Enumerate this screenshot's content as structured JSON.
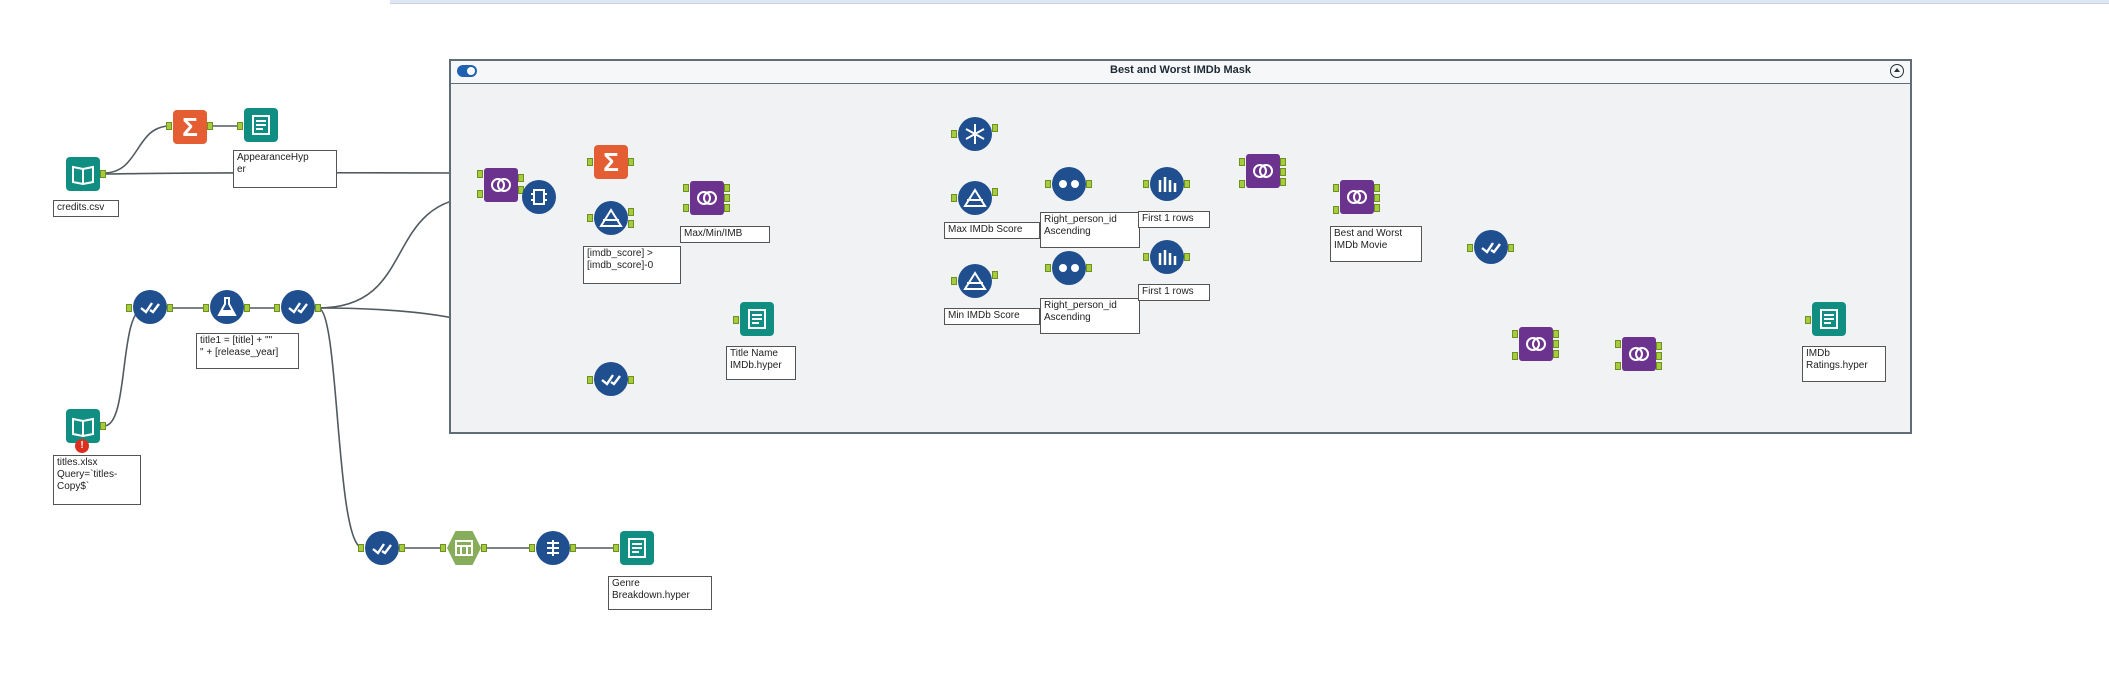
{
  "container": {
    "title": "Best and Worst IMDb Mask"
  },
  "notes": {
    "credits_csv": "credits.csv",
    "appearance_hyper": "AppearanceHyp\ner",
    "titles_xlsx": "titles.xlsx\nQuery=`titles-\nCopy$`",
    "formula_title": "title1 = [title] + \"\"\n\" + [release_year]",
    "filter_imdb": "[imdb_score] >\n[imdb_score]-0",
    "join_maxmin": "Max/Min/IMB",
    "max_imdb_score": "Max IMDb Score",
    "min_imdb_score": "Min IMDb Score",
    "sort_1": "Right_person_id\nAscending",
    "sort_2": "Right_person_id\nAscending",
    "first_rows_1": "First 1 rows",
    "first_rows_2": "First 1 rows",
    "best_worst_movie": "Best and Worst\nIMDb Movie",
    "title_name_hyper": "Title Name\nIMDb.hyper",
    "imdb_ratings_hyper": "IMDb\nRatings.hyper",
    "genre_breakdown_hyper": "Genre\nBreakdown.hyper"
  },
  "error_badge": "!",
  "colors": {
    "input_output": "#118e82",
    "summarize": "#e55d33",
    "join": "#6b338e",
    "transform": "#1f4f8f",
    "anchor": "#a4cc3d",
    "wire": "#505a60",
    "container_bg": "#f0f2f4"
  }
}
